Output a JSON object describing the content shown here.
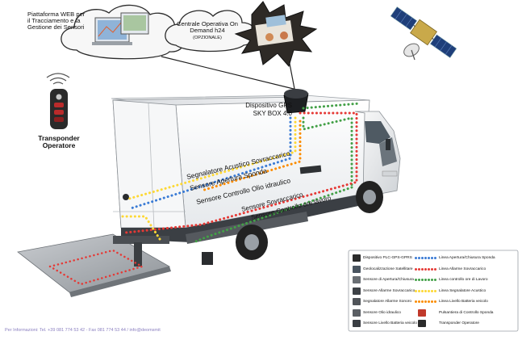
{
  "cloud_platform": {
    "label": "Piattaforma WEB per il Tracciamento e la Gestione dei Sensori"
  },
  "cloud_ops": {
    "title": "Centrale Operativa On Demand h24",
    "subtitle": "(OPZIONALE)"
  },
  "gps_device": {
    "label": "Dispositivo GPS",
    "model": "SKY BOX 4.0"
  },
  "transponder": {
    "label": "Transponder Operatore"
  },
  "truck_labels": {
    "overload_acoustic": "Segnalatore Acustico Sovraccarico",
    "tailgate_sensor": "Sensore Apertura Sponda",
    "oil_sensor": "Sensore Controllo Olio idraulico",
    "overload_sensor": "Sensore Sovraccarico",
    "work_hours_sensor": "Sensore Controllo ore lavoro"
  },
  "legend": {
    "left": [
      {
        "icon": "gps-box-icon",
        "label": "Dispositivo PLC-GPS-GPRS"
      },
      {
        "icon": "satellite-geo-icon",
        "label": "Geolocalizzazione Satellitare"
      },
      {
        "icon": "door-sensor-icon",
        "label": "Sensore di Apertura/Chiusura"
      },
      {
        "icon": "alarm-sensor-icon",
        "label": "Sensore Allarme Sovraccarico"
      },
      {
        "icon": "buzzer-icon",
        "label": "Segnalatore Allarme Sonoro"
      },
      {
        "icon": "oil-sensor-icon",
        "label": "Sensore Olio idraulico"
      },
      {
        "icon": "battery-sensor-icon",
        "label": "Sensore Livello Batteria veicolo"
      }
    ],
    "right": [
      {
        "dots": [
          "#3a7bd5",
          "#3a7bd5",
          "#3a7bd5",
          "#3a7bd5",
          "#3a7bd5",
          "#3a7bd5",
          "#3a7bd5"
        ],
        "label": "Linea Apertura/Chiusura Sponda"
      },
      {
        "dots": [
          "#e53935",
          "#e53935",
          "#e53935",
          "#e53935",
          "#e53935",
          "#e53935",
          "#e53935"
        ],
        "label": "Linea Allarme Sovraccarico"
      },
      {
        "dots": [
          "#43a047",
          "#43a047",
          "#43a047",
          "#43a047",
          "#43a047",
          "#43a047",
          "#43a047"
        ],
        "label": "Linea controllo ore di Lavoro"
      },
      {
        "dots": [
          "#fdd835",
          "#fdd835",
          "#fdd835",
          "#fdd835",
          "#fdd835",
          "#fdd835",
          "#fdd835"
        ],
        "label": "Linea Segnalatore Acustico"
      },
      {
        "dots": [
          "#fb8c00",
          "#fb8c00",
          "#fb8c00",
          "#fb8c00",
          "#fb8c00",
          "#fb8c00",
          "#fb8c00"
        ],
        "label": "Linea Livello Batteria veicolo"
      },
      {
        "icon": "control-panel-icon",
        "label": "Pulsantiera di Controllo Sponda"
      },
      {
        "icon": "transponder-icon",
        "label": "Transponder Operatore"
      }
    ]
  },
  "footer": {
    "text": "Per Informazioni: Tel. +39 081 774 53 42 - Fax 081 774 53 44 / info@deomsmit"
  },
  "colors": {
    "blue": "#3a7bd5",
    "red": "#e53935",
    "green": "#43a047",
    "yellow": "#fdd835",
    "orange": "#fb8c00"
  }
}
